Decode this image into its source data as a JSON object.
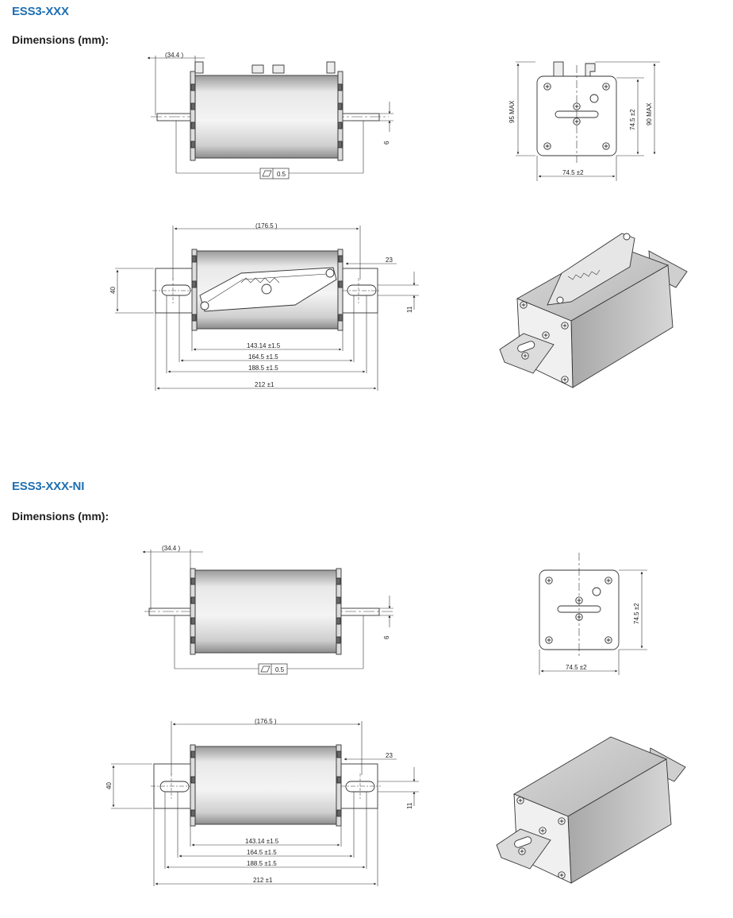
{
  "colors": {
    "title": "#1f6fb2",
    "line": "#333333",
    "body": "#dcdcdc",
    "body_dark": "#8a8a8a"
  },
  "sections": [
    {
      "title": "ESS3-XXX",
      "subtitle": "Dimensions (mm):",
      "labels": {
        "d_344": "(34.4 )",
        "flat": "0.5",
        "d_6": "6",
        "d_1765": "(176.5 )",
        "d_23": "23",
        "d_40": "40",
        "d_11": "11",
        "d_14314": "143.14   ±1.5",
        "d_1645": "164.5   ±1.5",
        "d_1885": "188.5   ±1.5",
        "d_212": "212   ±1",
        "d_95max": "95 MAX",
        "d_745v": "74.5  ±2",
        "d_90max": "90 MAX",
        "d_745h": "74.5  ±2"
      }
    },
    {
      "title": "ESS3-XXX-NI",
      "subtitle": "Dimensions (mm):",
      "labels": {
        "d_344": "(34.4 )",
        "flat": "0.5",
        "d_6": "6",
        "d_1765": "(176.5 )",
        "d_23": "23",
        "d_40": "40",
        "d_11": "11",
        "d_14314": "143.14   ±1.5",
        "d_1645": "164.5   ±1.5",
        "d_1885": "188.5   ±1.5",
        "d_212": "212   ±1",
        "d_745v": "74.5  ±2",
        "d_745h": "74.5  ±2"
      }
    }
  ]
}
